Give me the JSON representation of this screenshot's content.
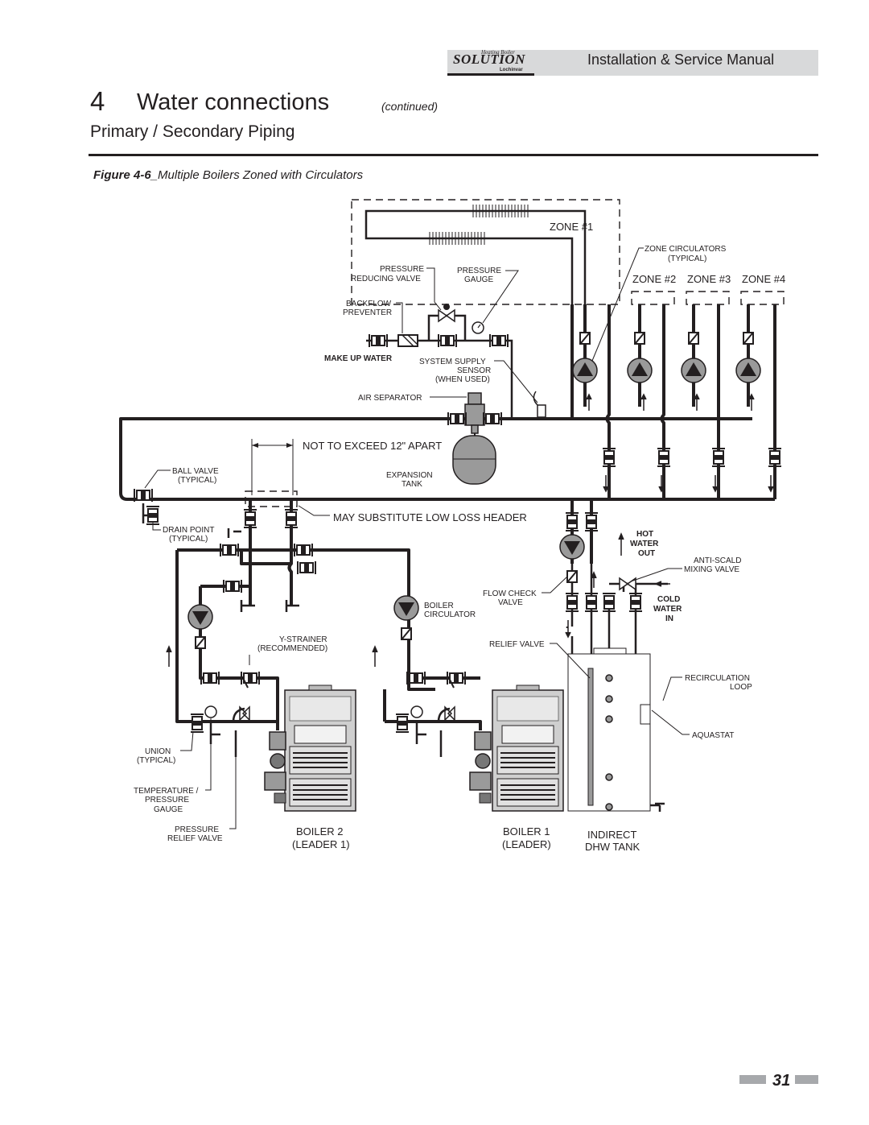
{
  "header": {
    "logo_tagline": "Heating Boiler",
    "logo_word": "SOLUTION",
    "logo_brand": "Lochinvar",
    "manual_title": "Installation & Service Manual"
  },
  "chapter": {
    "number": "4",
    "title": "Water connections",
    "continued": "(continued)"
  },
  "section_title": "Primary / Secondary Piping",
  "figure": {
    "number": "Figure 4-6",
    "caption": "_Multiple Boilers Zoned with Circulators"
  },
  "labels": {
    "zone1": "ZONE #1",
    "zone2": "ZONE #2",
    "zone3": "ZONE #3",
    "zone4": "ZONE #4",
    "zone_circ_1": "ZONE CIRCULATORS",
    "zone_circ_2": "(TYPICAL)",
    "prv_1": "PRESSURE",
    "prv_2": "REDUCING VALVE",
    "pg_1": "PRESSURE",
    "pg_2": "GAUGE",
    "bf_1": "BACKFLOW",
    "bf_2": "PREVENTER",
    "makeup": "MAKE UP WATER",
    "sss_1": "SYSTEM SUPPLY",
    "sss_2": "SENSOR",
    "sss_3": "(WHEN USED)",
    "air_sep": "AIR SEPARATOR",
    "not_exceed": "NOT TO EXCEED 12\" APART",
    "bv_1": "BALL VALVE",
    "bv_2": "(TYPICAL)",
    "exp_1": "EXPANSION",
    "exp_2": "TANK",
    "low_loss": "MAY SUBSTITUTE LOW LOSS HEADER",
    "dp_1": "DRAIN POINT",
    "dp_2": "(TYPICAL)",
    "hot_1": "HOT",
    "hot_2": "WATER",
    "hot_3": "OUT",
    "mix_1": "ANTI-SCALD",
    "mix_2": "MIXING VALVE",
    "fcv_1": "FLOW CHECK",
    "fcv_2": "VALVE",
    "bc_1": "BOILER",
    "bc_2": "CIRCULATOR",
    "cold_1": "COLD",
    "cold_2": "WATER",
    "cold_3": "IN",
    "ys_1": "Y-STRAINER",
    "ys_2": "(RECOMMENDED)",
    "relief": "RELIEF VALVE",
    "recirc_1": "RECIRCULATION",
    "recirc_2": "LOOP",
    "aquastat": "AQUASTAT",
    "union_1": "UNION",
    "union_2": "(TYPICAL)",
    "tp_1": "TEMPERATURE /",
    "tp_2": "PRESSURE",
    "tp_3": "GAUGE",
    "prel_1": "PRESSURE",
    "prel_2": "RELIEF VALVE",
    "b2_1": "BOILER 2",
    "b2_2": "(LEADER 1)",
    "b1_1": "BOILER 1",
    "b1_2": "(LEADER)",
    "dhw_1": "INDIRECT",
    "dhw_2": "DHW TANK"
  },
  "page_number": "31"
}
